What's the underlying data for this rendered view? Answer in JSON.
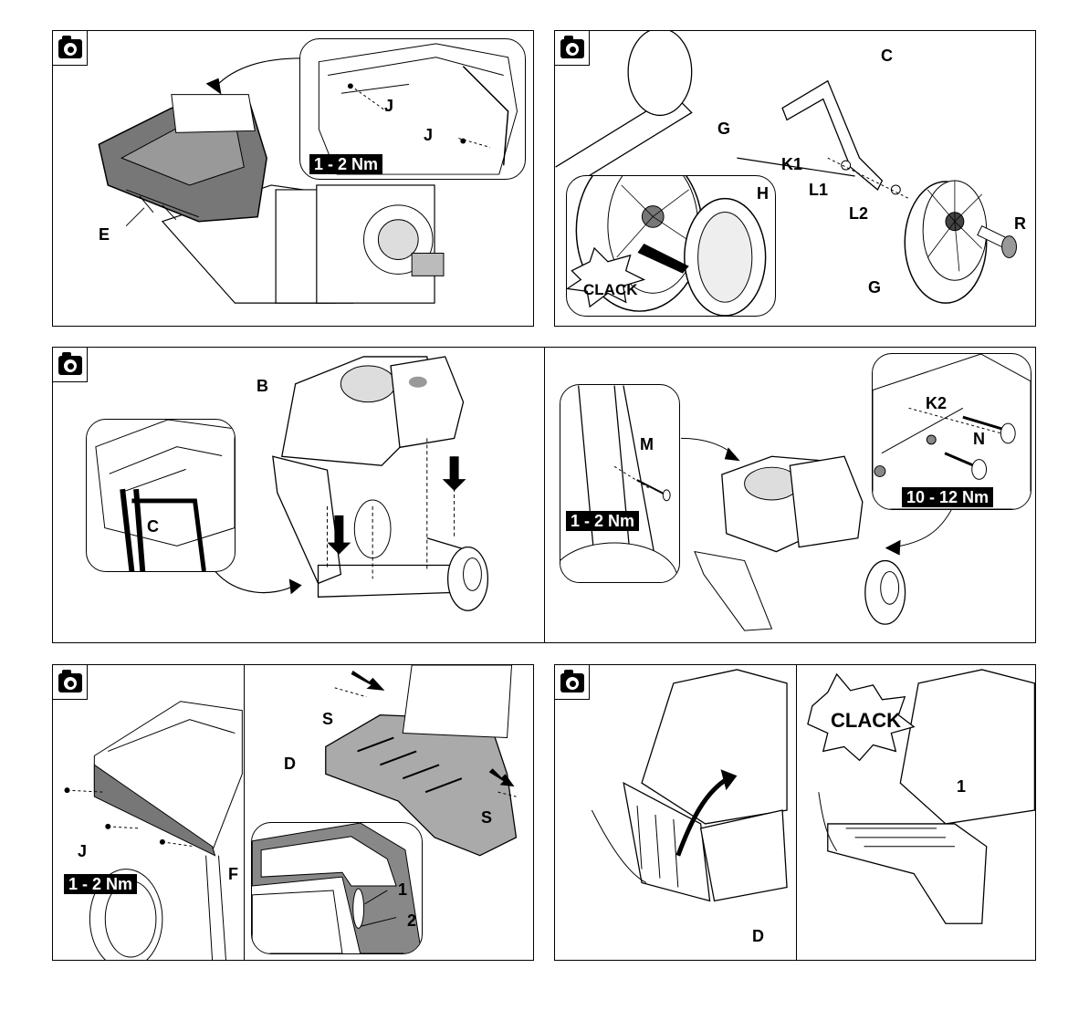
{
  "panels": [
    {
      "labels": {
        "e": "E",
        "j1": "J",
        "j2": "J"
      },
      "torque": "1 - 2 Nm"
    },
    {
      "labels": {
        "c": "C",
        "g1": "G",
        "g2": "G",
        "h": "H",
        "k1": "K1",
        "l1": "L1",
        "l2": "L2",
        "r": "R"
      },
      "clack": "CLACK"
    },
    {
      "left": {
        "labels": {
          "b": "B",
          "c": "C"
        }
      },
      "right": {
        "labels": {
          "m": "M",
          "k2": "K2",
          "n": "N"
        },
        "torque_m": "1 - 2 Nm",
        "torque_n": "10 - 12 Nm"
      }
    },
    {
      "left": {
        "labels": {
          "j": "J",
          "f": "F"
        },
        "torque": "1 - 2 Nm"
      },
      "right": {
        "labels": {
          "s1": "S",
          "s2": "S",
          "d": "D",
          "n1": "1",
          "n2": "2"
        }
      }
    },
    {
      "left": {
        "labels": {
          "d": "D"
        }
      },
      "right": {
        "labels": {
          "n1": "1"
        },
        "clack": "CLACK"
      }
    }
  ],
  "icons": [
    "camera-icon"
  ]
}
